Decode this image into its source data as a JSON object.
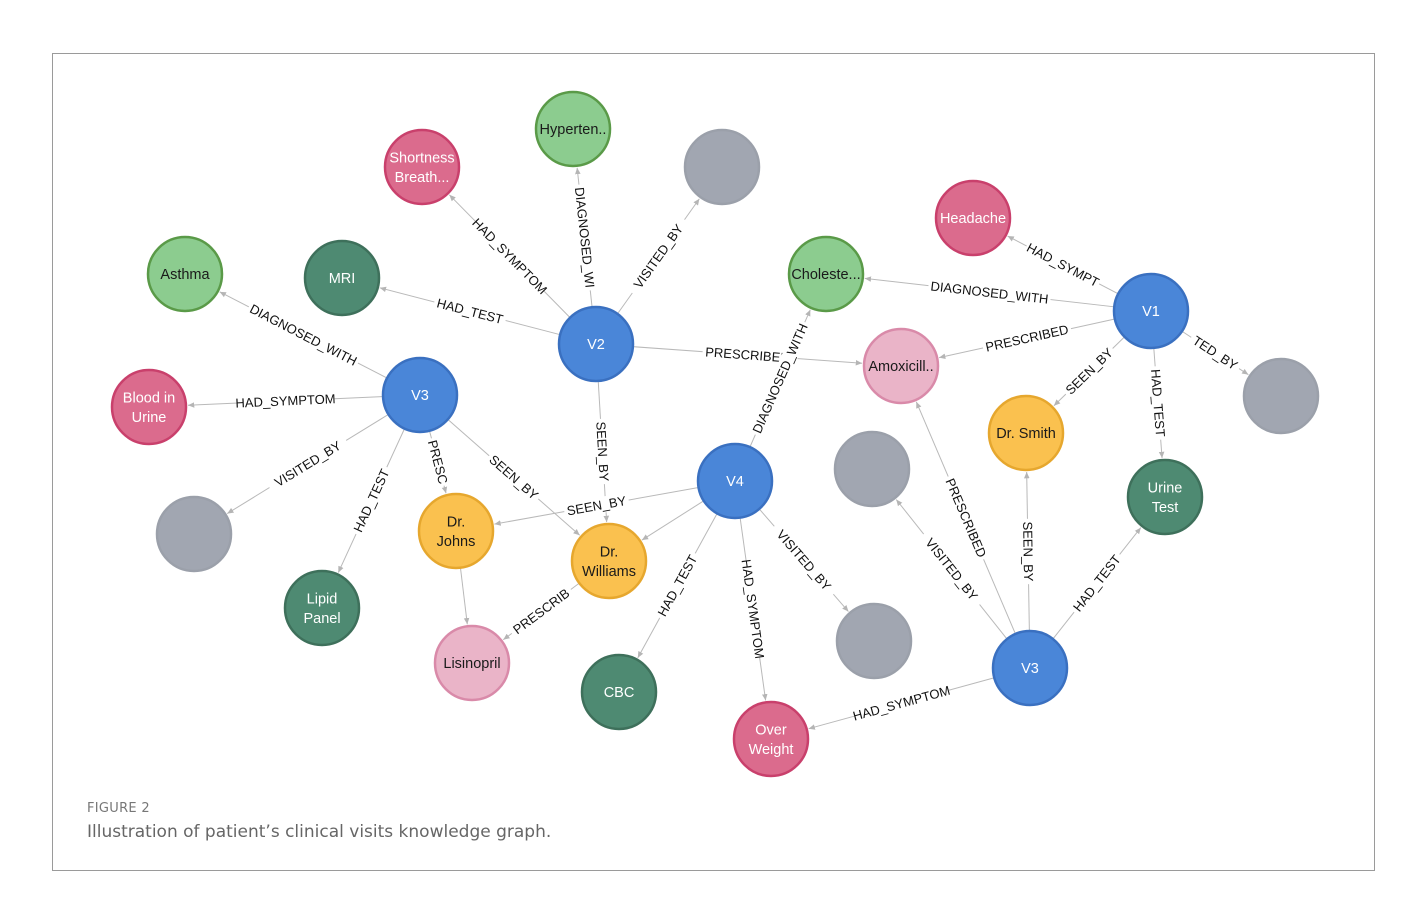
{
  "caption": {
    "label": "FIGURE 2",
    "text": "Illustration of patient’s clinical visits knowledge graph."
  },
  "colors": {
    "visit": "#4a86d8",
    "diagnosis": "#8ccc8f",
    "symptom": "#db6b8d",
    "test": "#4e8a72",
    "doctor": "#fac14f",
    "medication": "#eab4c8",
    "unlabeled": "#a1a6b1"
  },
  "graph": {
    "nodes": [
      {
        "id": "n_hyp",
        "type": "diagnosis",
        "label": [
          "Hyperten.."
        ]
      },
      {
        "id": "n_sob",
        "type": "symptom",
        "label": [
          "Shortness",
          "Breath..."
        ]
      },
      {
        "id": "n_g1",
        "type": "unlabeled",
        "label": []
      },
      {
        "id": "n_asthma",
        "type": "diagnosis",
        "label": [
          "Asthma"
        ]
      },
      {
        "id": "n_mri",
        "type": "test",
        "label": [
          "MRI"
        ]
      },
      {
        "id": "n_v2",
        "type": "visit",
        "label": [
          "V2"
        ]
      },
      {
        "id": "n_chol",
        "type": "diagnosis",
        "label": [
          "Choleste..."
        ]
      },
      {
        "id": "n_headache",
        "type": "symptom",
        "label": [
          "Headache"
        ]
      },
      {
        "id": "n_v1",
        "type": "visit",
        "label": [
          "V1"
        ]
      },
      {
        "id": "n_g2",
        "type": "unlabeled",
        "label": []
      },
      {
        "id": "n_amox",
        "type": "medication",
        "label": [
          "Amoxicill.."
        ]
      },
      {
        "id": "n_blood",
        "type": "symptom",
        "label": [
          "Blood in",
          "Urine"
        ]
      },
      {
        "id": "n_v3a",
        "type": "visit",
        "label": [
          "V3"
        ]
      },
      {
        "id": "n_drsmith",
        "type": "doctor",
        "label": [
          "Dr. Smith"
        ]
      },
      {
        "id": "n_urine",
        "type": "test",
        "label": [
          "Urine",
          "Test"
        ]
      },
      {
        "id": "n_v4",
        "type": "visit",
        "label": [
          "V4"
        ]
      },
      {
        "id": "n_g3",
        "type": "unlabeled",
        "label": []
      },
      {
        "id": "n_g4",
        "type": "unlabeled",
        "label": []
      },
      {
        "id": "n_drjohns",
        "type": "doctor",
        "label": [
          "Dr.",
          "Johns"
        ]
      },
      {
        "id": "n_drwill",
        "type": "doctor",
        "label": [
          "Dr.",
          "Williams"
        ]
      },
      {
        "id": "n_lipid",
        "type": "test",
        "label": [
          "Lipid",
          "Panel"
        ]
      },
      {
        "id": "n_lisin",
        "type": "medication",
        "label": [
          "Lisinopril"
        ]
      },
      {
        "id": "n_g5",
        "type": "unlabeled",
        "label": []
      },
      {
        "id": "n_cbc",
        "type": "test",
        "label": [
          "CBC"
        ]
      },
      {
        "id": "n_v3b",
        "type": "visit",
        "label": [
          "V3"
        ]
      },
      {
        "id": "n_over",
        "type": "symptom",
        "label": [
          "Over",
          "Weight"
        ]
      }
    ],
    "edges": [
      {
        "from": "n_v2",
        "to": "n_hyp",
        "label": "DIAGNOSED_WI"
      },
      {
        "from": "n_v2",
        "to": "n_sob",
        "label": "HAD_SYMPTOM"
      },
      {
        "from": "n_v2",
        "to": "n_g1",
        "label": "VISITED_BY"
      },
      {
        "from": "n_v2",
        "to": "n_mri",
        "label": "HAD_TEST"
      },
      {
        "from": "n_v2",
        "to": "n_amox",
        "label": "PRESCRIBED"
      },
      {
        "from": "n_v2",
        "to": "n_drwill",
        "label": "SEEN_BY"
      },
      {
        "from": "n_v3a",
        "to": "n_asthma",
        "label": "DIAGNOSED_WITH"
      },
      {
        "from": "n_v3a",
        "to": "n_blood",
        "label": "HAD_SYMPTOM"
      },
      {
        "from": "n_v3a",
        "to": "n_g4",
        "label": "VISITED_BY"
      },
      {
        "from": "n_v3a",
        "to": "n_lipid",
        "label": "HAD_TEST"
      },
      {
        "from": "n_v3a",
        "to": "n_drjohns",
        "label": "PRESC"
      },
      {
        "from": "n_v3a",
        "to": "n_drwill",
        "label": "SEEN_BY"
      },
      {
        "from": "n_v4",
        "to": "n_drjohns",
        "label": "SEEN_BY"
      },
      {
        "from": "n_v4",
        "to": "n_drwill",
        "label": ""
      },
      {
        "from": "n_v4",
        "to": "n_chol",
        "label": "DIAGNOSED_WITH"
      },
      {
        "from": "n_v4",
        "to": "n_cbc",
        "label": "HAD_TEST"
      },
      {
        "from": "n_v4",
        "to": "n_over",
        "label": "HAD_SYMPTOM"
      },
      {
        "from": "n_v4",
        "to": "n_g5",
        "label": "VISITED_BY"
      },
      {
        "from": "n_drwill",
        "to": "n_lisin",
        "label": "PRESCRIB"
      },
      {
        "from": "n_drjohns",
        "to": "n_lisin",
        "label": ""
      },
      {
        "from": "n_v1",
        "to": "n_headache",
        "label": "HAD_SYMPT"
      },
      {
        "from": "n_v1",
        "to": "n_chol",
        "label": "DIAGNOSED_WITH"
      },
      {
        "from": "n_v1",
        "to": "n_amox",
        "label": "PRESCRIBED"
      },
      {
        "from": "n_v1",
        "to": "n_drsmith",
        "label": "SEEN_BY"
      },
      {
        "from": "n_v1",
        "to": "n_urine",
        "label": "HAD_TEST"
      },
      {
        "from": "n_v1",
        "to": "n_g2",
        "label": "TED_BY"
      },
      {
        "from": "n_v3b",
        "to": "n_g3",
        "label": "VISITED_BY"
      },
      {
        "from": "n_v3b",
        "to": "n_amox",
        "label": "PRESCRIBED"
      },
      {
        "from": "n_v3b",
        "to": "n_drsmith",
        "label": "SEEN_BY"
      },
      {
        "from": "n_v3b",
        "to": "n_urine",
        "label": "HAD_TEST"
      },
      {
        "from": "n_v3b",
        "to": "n_over",
        "label": "HAD_SYMPTOM"
      }
    ]
  }
}
